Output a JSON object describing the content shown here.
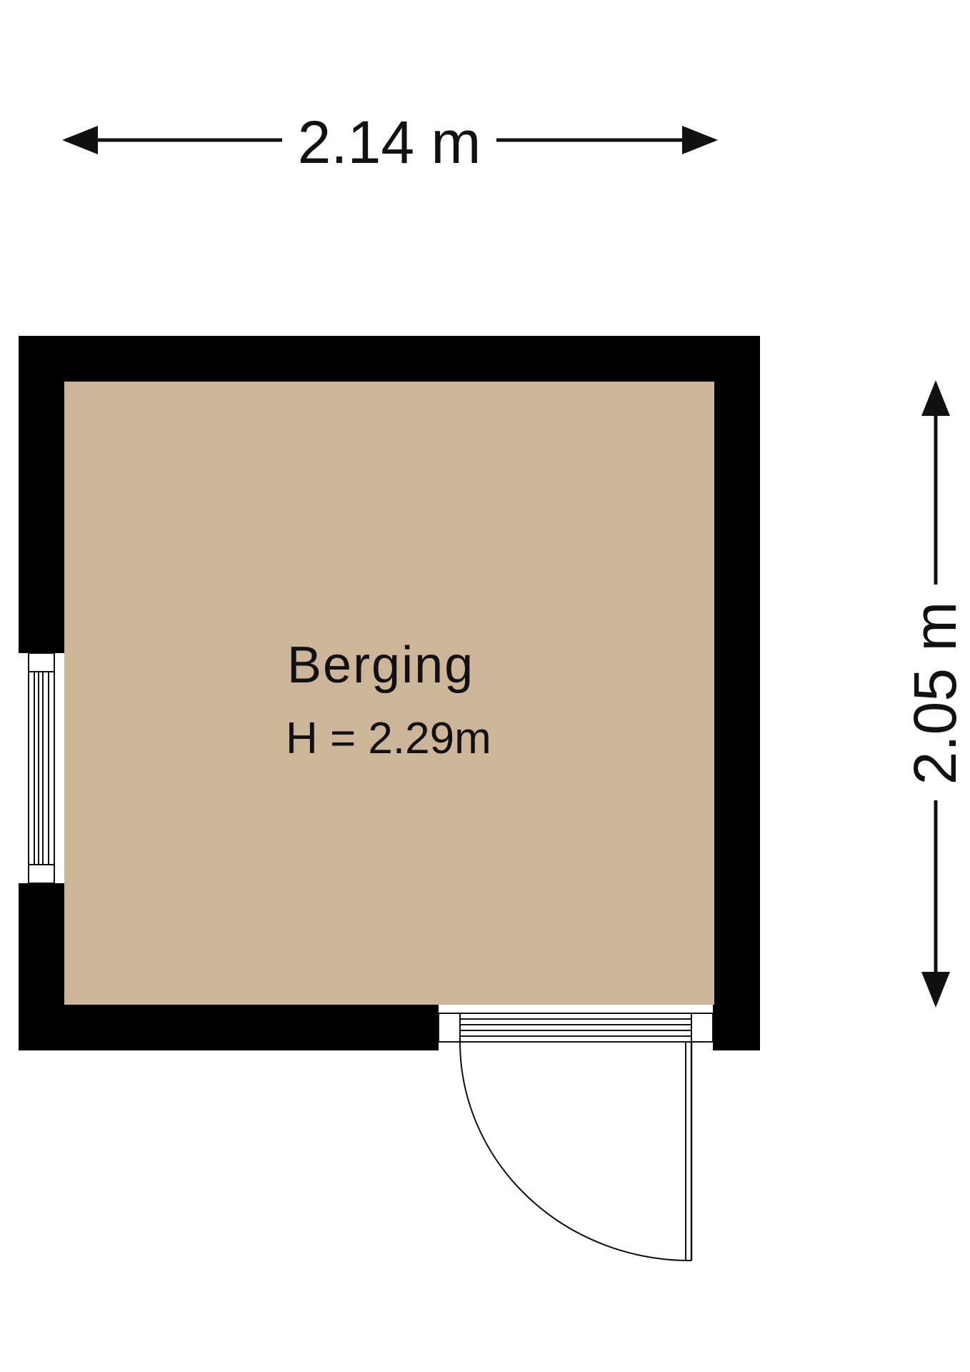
{
  "plan": {
    "width_dimension": "2.14 m",
    "height_dimension": "2.05 m",
    "room": {
      "name": "Berging",
      "height": "H = 2.29m"
    },
    "colors": {
      "wall": "#000000",
      "floor": "#ccb598",
      "background": "#ffffff",
      "line": "#111111"
    }
  }
}
